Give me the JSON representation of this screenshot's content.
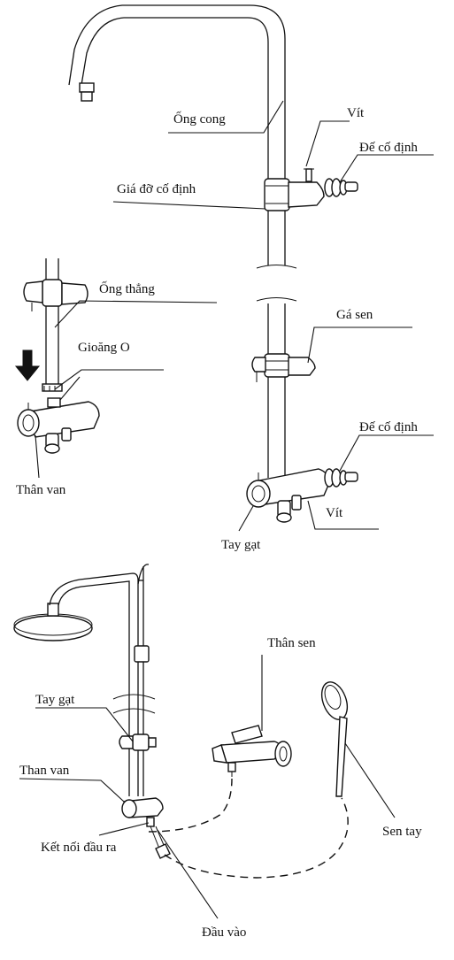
{
  "labels": {
    "ong_cong": "Ống cong",
    "vit_top": "Vít",
    "de_co_dinh_top": "Đế cố định",
    "gia_do_co_dinh": "Giá đỡ cố định",
    "ong_thang": "Ống thẳng",
    "gioang_o": "Gioăng O",
    "than_van": "Thân van",
    "ga_sen": "Gá sen",
    "de_co_dinh_bottom": "Đế cố định",
    "vit_bottom": "Vít",
    "tay_gat_mid": "Tay gạt",
    "than_sen": "Thân sen",
    "tay_gat_low": "Tay gạt",
    "than_van_low": "Than van",
    "ket_noi_dau_ra": "Kết nối đầu ra",
    "sen_tay": "Sen tay",
    "dau_vao": "Đầu vào"
  },
  "colors": {
    "line": "#111111",
    "background": "#ffffff"
  },
  "icons": {
    "arrow": "down-arrow-icon"
  }
}
